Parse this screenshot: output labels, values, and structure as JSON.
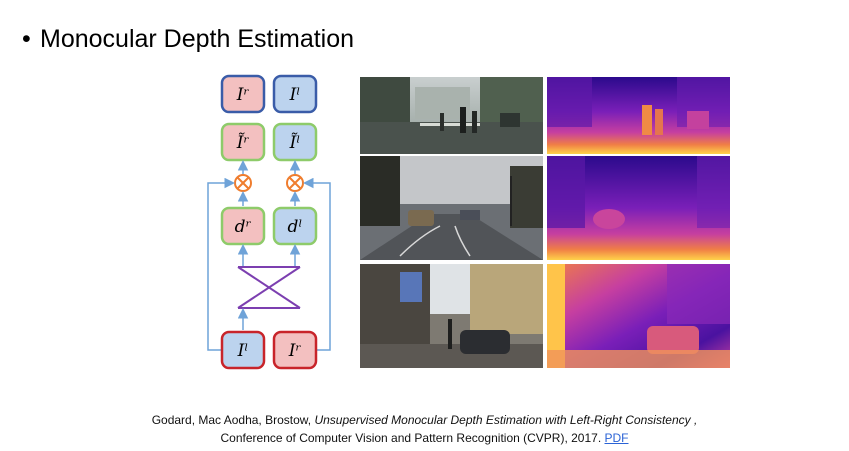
{
  "slide": {
    "bullet_symbol": "•",
    "heading": "Monocular Depth Estimation"
  },
  "diagram": {
    "nodes": {
      "top_left": "Iʳ",
      "top_right": "Iˡ",
      "recon_left": "Ĩʳ",
      "recon_right": "Ĩˡ",
      "disp_left": "dʳ",
      "disp_right": "dˡ",
      "input_left": "Iˡ",
      "input_right": "Iʳ"
    },
    "colors": {
      "blue_border": "#3a5ca8",
      "red_fill": "#f3c0c0",
      "blue_fill": "#bcd3ee",
      "green_border": "#8ecb6a",
      "red_border": "#c8242a",
      "arrow": "#6fa3d8",
      "multiply": "#ef7d2e",
      "cross": "#7c3fb0"
    }
  },
  "figure": {
    "rows": [
      {
        "scene": "street-pedestrians",
        "depth_map": "depth-map-1"
      },
      {
        "scene": "road-cars-dusk",
        "depth_map": "depth-map-2"
      },
      {
        "scene": "sidewalk-buildings",
        "depth_map": "depth-map-3"
      }
    ],
    "depth_colors": [
      "#2b0a8c",
      "#7a1fb8",
      "#c63fa0",
      "#f07f45",
      "#ffd24a"
    ]
  },
  "citation": {
    "authors": "Godard, Mac Aodha, Brostow,",
    "title": "Unsupervised Monocular Depth Estimation with Left-Right Consistency ,",
    "venue": "Conference of Computer Vision and Pattern Recognition (CVPR), 2017.",
    "link_label": "PDF"
  }
}
